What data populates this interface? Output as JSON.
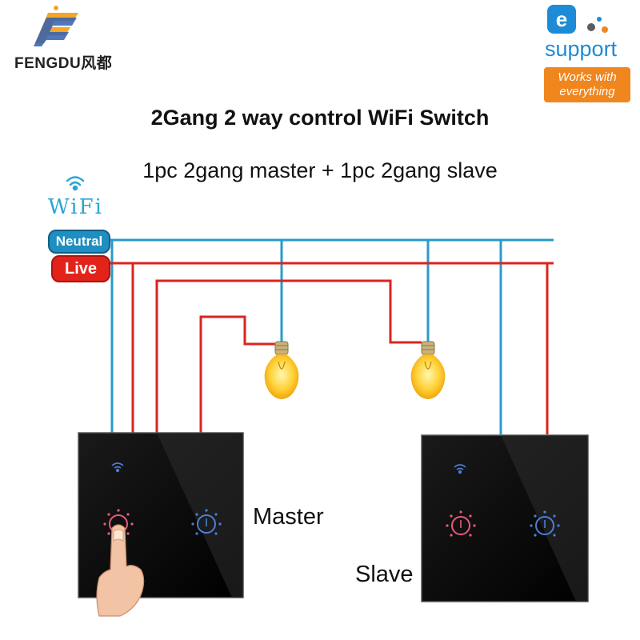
{
  "brand": {
    "name": "FENGDU风都"
  },
  "badge": {
    "brand": "support",
    "tagline": "Works with everything"
  },
  "header": {
    "title": "2Gang 2 way control WiFi Switch",
    "subtitle": "1pc 2gang master + 1pc 2gang slave"
  },
  "wifi_label": "WiFi",
  "wires": {
    "neutral": "Neutral",
    "live": "Live",
    "neutral_color": "#2a9bc9",
    "live_color": "#d9251d"
  },
  "devices": {
    "master": "Master",
    "slave": "Slave"
  }
}
